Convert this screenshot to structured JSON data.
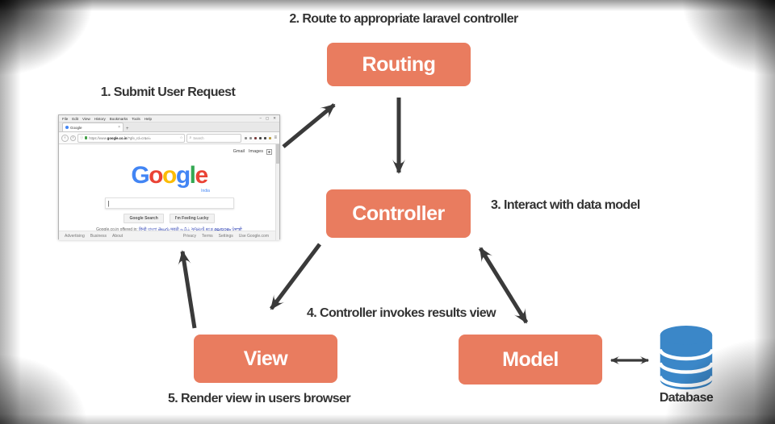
{
  "diagram": {
    "step_labels": {
      "step1": "1. Submit User Request",
      "step2": "2. Route to appropriate laravel controller",
      "step3": "3. Interact with data model",
      "step4": "4. Controller invokes results view",
      "step5": "5. Render view in users browser"
    },
    "nodes": {
      "routing": "Routing",
      "controller": "Controller",
      "view": "View",
      "model": "Model"
    },
    "database_label": "Database",
    "colors": {
      "node_fill": "#e97c5f",
      "node_text": "#ffffff",
      "arrow": "#3a3a3a",
      "label_text": "#333333",
      "database_blue": "#3b87c8"
    }
  },
  "browser": {
    "menu_items": [
      "File",
      "Edit",
      "View",
      "History",
      "Bookmarks",
      "Tools",
      "Help"
    ],
    "window_controls": {
      "minimize": "–",
      "maximize": "▢",
      "close": "✕"
    },
    "tab": {
      "title": "Google",
      "close": "×"
    },
    "new_tab_button": "+",
    "nav": {
      "back": "‹",
      "forward": "›",
      "info": "ⓘ",
      "url_prefix": "https://www.",
      "url_domain": "google.co.in",
      "url_rest": "/?gfe_rd=cr&ei=",
      "star": "☆",
      "search_icon": "⌕",
      "search_placeholder": "Search",
      "menu_icon": "≡"
    },
    "page": {
      "gmail_link": "Gmail",
      "images_link": "Images",
      "logo_letters": [
        "G",
        "o",
        "o",
        "g",
        "l",
        "e"
      ],
      "logo_colors": [
        "#4285F4",
        "#EA4335",
        "#FBBC05",
        "#4285F4",
        "#34A853",
        "#EA4335"
      ],
      "country": "India",
      "text_cursor": "|",
      "search_button": "Google Search",
      "lucky_button": "I'm Feeling Lucky",
      "languages_prefix": "Google.co.in offered in:",
      "languages": "हिन्दी বাংলা తెలుగు मराठी தமிழ் ગુજરાતી ಕನ್ನಡ മലയാളം ਪੰਜਾਬੀ",
      "footer_left": [
        "Advertising",
        "Business",
        "About"
      ],
      "footer_right": [
        "Privacy",
        "Terms",
        "Settings",
        "Use Google.com"
      ]
    }
  }
}
